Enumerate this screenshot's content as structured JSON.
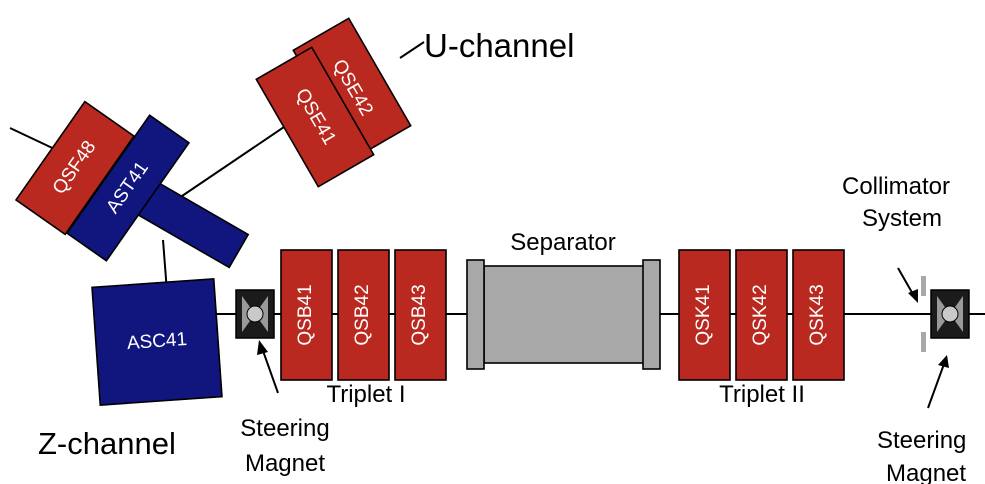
{
  "colors": {
    "quadrupole": "#b9291f",
    "dipole": "#10167e",
    "separator": "#a8a8a8",
    "beamline": "#000000"
  },
  "labels": {
    "u_channel": "U-channel",
    "z_channel": "Z-channel",
    "separator": "Separator",
    "triplet_1": "Triplet I",
    "triplet_2": "Triplet II",
    "collimator_line1": "Collimator",
    "collimator_line2": "System",
    "steering_left_line1": "Steering",
    "steering_left_line2": "Magnet",
    "steering_right_line1": "Steering",
    "steering_right_line2": "Magnet"
  },
  "magnets": {
    "qse42": "QSE42",
    "qse41": "QSE41",
    "qsf48": "QSF48",
    "ast41": "AST41",
    "asc41": "ASC41",
    "qsb41": "QSB41",
    "qsb42": "QSB42",
    "qsb43": "QSB43",
    "qsk41": "QSK41",
    "qsk42": "QSK42",
    "qsk43": "QSK43"
  }
}
